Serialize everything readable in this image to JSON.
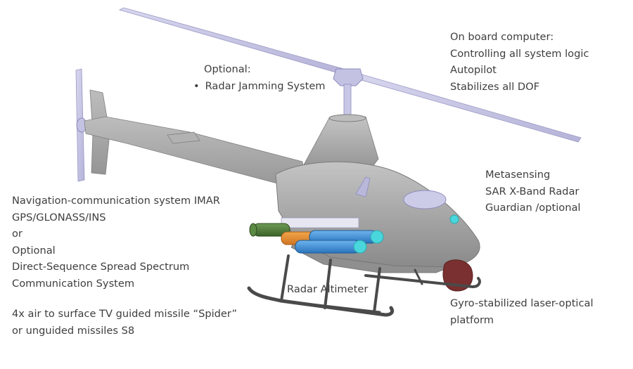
{
  "labels": {
    "onboard_computer": {
      "title": "On board computer:",
      "lines": [
        "Controlling all system logic",
        "Autopilot",
        "Stabilizes all DOF"
      ]
    },
    "optional_jamming": {
      "title": "Optional:",
      "bullet": "Radar Jamming System"
    },
    "metasensing": {
      "lines": [
        "Metasensing",
        "SAR X-Band Radar",
        "Guardian /optional"
      ]
    },
    "navigation": {
      "lines": [
        "Navigation-communication system IMAR",
        "GPS/GLONASS/INS",
        "or",
        "Optional",
        "Direct-Sequence Spread Spectrum",
        "Communication System"
      ]
    },
    "missiles": {
      "lines": [
        "4x air to surface TV guided missile “Spider”",
        "or unguided missiles S8"
      ]
    },
    "radar_altimeter": "Radar Altimeter",
    "gyro_platform": {
      "lines": [
        "Gyro-stabilized laser-optical",
        "platform"
      ]
    }
  },
  "colors": {
    "body": "#a7a7a7",
    "rotor": "#c9c8e6",
    "missile_blue": "#3e8fd4",
    "missile_orange": "#e98a2a",
    "missile_green": "#4f7d3a",
    "missile_cyan_tip": "#49d6dc",
    "gyro_pod": "#7a3030",
    "skid": "#4a4a4a"
  }
}
